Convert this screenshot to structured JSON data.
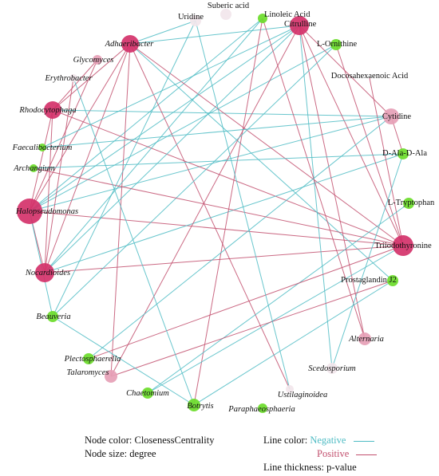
{
  "colors": {
    "negative": "#4fbcc4",
    "positive": "#c2506e",
    "node_high": "#d4326a",
    "node_mid": "#e6a0b6",
    "node_low": "#6bdc2a",
    "node_pale": "#f2e6ec"
  },
  "nodes": [
    {
      "id": "suberic",
      "label": "Suberic acid",
      "italic": false
    },
    {
      "id": "uridine",
      "label": "Uridine",
      "italic": false
    },
    {
      "id": "linoleic",
      "label": "Linoleic Acid",
      "italic": false
    },
    {
      "id": "citrulline",
      "label": "Citrulline",
      "italic": false
    },
    {
      "id": "ornithine",
      "label": "L-Ornithine",
      "italic": false
    },
    {
      "id": "dha",
      "label": "Docosahexaenoic Acid",
      "italic": false
    },
    {
      "id": "cytidine",
      "label": "Cytidine",
      "italic": false
    },
    {
      "id": "daladala",
      "label": "D-Ala-D-Ala",
      "italic": false
    },
    {
      "id": "tryptophan",
      "label": "L-Tryptophan",
      "italic": false
    },
    {
      "id": "triiodo",
      "label": "Triiodothyronine",
      "italic": false
    },
    {
      "id": "prostaglandin",
      "label": "Prostaglandin J2",
      "italic": false
    },
    {
      "id": "alternaria",
      "label": "Alternaria",
      "italic": true
    },
    {
      "id": "scedosporium",
      "label": "Scedosporium",
      "italic": true
    },
    {
      "id": "ustilaginoidea",
      "label": "Ustilaginoidea",
      "italic": true
    },
    {
      "id": "paraphaeosphaeria",
      "label": "Paraphaeosphaeria",
      "italic": true
    },
    {
      "id": "botrytis",
      "label": "Botrytis",
      "italic": true
    },
    {
      "id": "chaetomium",
      "label": "Chaetomium",
      "italic": true
    },
    {
      "id": "talaromyces",
      "label": "Talaromyces",
      "italic": true
    },
    {
      "id": "plectosphaerella",
      "label": "Plectosphaerella",
      "italic": true
    },
    {
      "id": "beauveria",
      "label": "Beauveria",
      "italic": true
    },
    {
      "id": "nocardioides",
      "label": "Nocardioides",
      "italic": true
    },
    {
      "id": "halopseudomonas",
      "label": "Halopseudomonas",
      "italic": true
    },
    {
      "id": "archangium",
      "label": "Archangium",
      "italic": true
    },
    {
      "id": "faecalibacterium",
      "label": "Faecalibacterium",
      "italic": true
    },
    {
      "id": "rhodocytophaga",
      "label": "Rhodocytophaga",
      "italic": true
    },
    {
      "id": "erythrobacter",
      "label": "Erythrobacter",
      "italic": true
    },
    {
      "id": "glycomyces",
      "label": "Glycomyces",
      "italic": true
    },
    {
      "id": "adhaeribacter",
      "label": "Adhaeribacter",
      "italic": true
    }
  ],
  "edges": [
    {
      "from": "halopseudomonas",
      "to": "citrulline",
      "sign": "negative"
    },
    {
      "from": "halopseudomonas",
      "to": "triiodo",
      "sign": "positive"
    },
    {
      "from": "halopseudomonas",
      "to": "linoleic",
      "sign": "negative"
    },
    {
      "from": "halopseudomonas",
      "to": "ornithine",
      "sign": "negative"
    },
    {
      "from": "halopseudomonas",
      "to": "cytidine",
      "sign": "negative"
    },
    {
      "from": "halopseudomonas",
      "to": "adhaeribacter",
      "sign": "positive"
    },
    {
      "from": "halopseudomonas",
      "to": "rhodocytophaga",
      "sign": "positive"
    },
    {
      "from": "halopseudomonas",
      "to": "nocardioides",
      "sign": "positive"
    },
    {
      "from": "halopseudomonas",
      "to": "beauveria",
      "sign": "negative"
    },
    {
      "from": "halopseudomonas",
      "to": "glycomyces",
      "sign": "positive"
    },
    {
      "from": "rhodocytophaga",
      "to": "cytidine",
      "sign": "negative"
    },
    {
      "from": "rhodocytophaga",
      "to": "triiodo",
      "sign": "positive"
    },
    {
      "from": "rhodocytophaga",
      "to": "adhaeribacter",
      "sign": "positive"
    },
    {
      "from": "rhodocytophaga",
      "to": "nocardioides",
      "sign": "positive"
    },
    {
      "from": "rhodocytophaga",
      "to": "glycomyces",
      "sign": "positive"
    },
    {
      "from": "adhaeribacter",
      "to": "triiodo",
      "sign": "positive"
    },
    {
      "from": "adhaeribacter",
      "to": "prostaglandin",
      "sign": "negative"
    },
    {
      "from": "adhaeribacter",
      "to": "nocardioides",
      "sign": "positive"
    },
    {
      "from": "adhaeribacter",
      "to": "talaromyces",
      "sign": "positive"
    },
    {
      "from": "adhaeribacter",
      "to": "uridine",
      "sign": "negative"
    },
    {
      "from": "adhaeribacter",
      "to": "citrulline",
      "sign": "negative"
    },
    {
      "from": "adhaeribacter",
      "to": "ustilaginoidea",
      "sign": "positive"
    },
    {
      "from": "nocardioides",
      "to": "triiodo",
      "sign": "positive"
    },
    {
      "from": "nocardioides",
      "to": "citrulline",
      "sign": "negative"
    },
    {
      "from": "nocardioides",
      "to": "linoleic",
      "sign": "negative"
    },
    {
      "from": "nocardioides",
      "to": "daladala",
      "sign": "negative"
    },
    {
      "from": "nocardioides",
      "to": "erythrobacter",
      "sign": "positive"
    },
    {
      "from": "citrulline",
      "to": "triiodo",
      "sign": "positive"
    },
    {
      "from": "citrulline",
      "to": "alternaria",
      "sign": "positive"
    },
    {
      "from": "citrulline",
      "to": "talaromyces",
      "sign": "positive"
    },
    {
      "from": "citrulline",
      "to": "scedosporium",
      "sign": "negative"
    },
    {
      "from": "citrulline",
      "to": "cytidine",
      "sign": "positive"
    },
    {
      "from": "citrulline",
      "to": "faecalibacterium",
      "sign": "negative"
    },
    {
      "from": "linoleic",
      "to": "alternaria",
      "sign": "positive"
    },
    {
      "from": "linoleic",
      "to": "botrytis",
      "sign": "positive"
    },
    {
      "from": "ornithine",
      "to": "beauveria",
      "sign": "negative"
    },
    {
      "from": "ornithine",
      "to": "triiodo",
      "sign": "positive"
    },
    {
      "from": "dha",
      "to": "triiodo",
      "sign": "positive"
    },
    {
      "from": "cytidine",
      "to": "faecalibacterium",
      "sign": "negative"
    },
    {
      "from": "cytidine",
      "to": "daladala",
      "sign": "positive"
    },
    {
      "from": "cytidine",
      "to": "plectosphaerella",
      "sign": "negative"
    },
    {
      "from": "daladala",
      "to": "archangium",
      "sign": "negative"
    },
    {
      "from": "daladala",
      "to": "scedosporium",
      "sign": "negative"
    },
    {
      "from": "tryptophan",
      "to": "chaetomium",
      "sign": "negative"
    },
    {
      "from": "triiodo",
      "to": "archangium",
      "sign": "positive"
    },
    {
      "from": "triiodo",
      "to": "chaetomium",
      "sign": "negative"
    },
    {
      "from": "triiodo",
      "to": "plectosphaerella",
      "sign": "positive"
    },
    {
      "from": "prostaglandin",
      "to": "talaromyces",
      "sign": "positive"
    },
    {
      "from": "prostaglandin",
      "to": "botrytis",
      "sign": "negative"
    },
    {
      "from": "uridine",
      "to": "ustilaginoidea",
      "sign": "negative"
    },
    {
      "from": "uridine",
      "to": "beauveria",
      "sign": "negative"
    },
    {
      "from": "beauveria",
      "to": "botrytis",
      "sign": "negative"
    },
    {
      "from": "erythrobacter",
      "to": "botrytis",
      "sign": "negative"
    }
  ],
  "legend": {
    "node_color": "Node color: ClosenessCentrality",
    "node_size": "Node size: degree",
    "line_color_label": "Line color:",
    "negative_label": "Negative",
    "positive_label": "Positive",
    "line_thickness": "Line thickness: p-value"
  }
}
